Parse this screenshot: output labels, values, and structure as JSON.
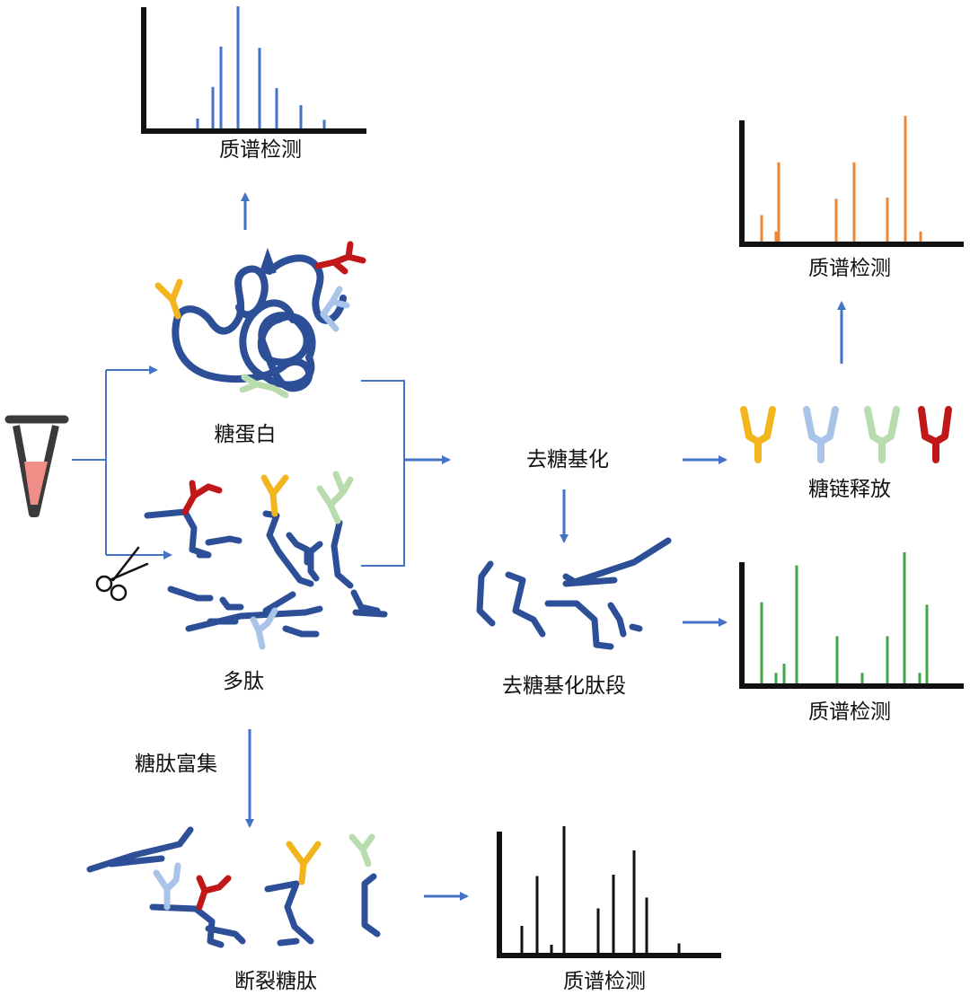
{
  "labels": {
    "ms_top": "质谱检测",
    "glycoprotein": "糖蛋白",
    "polypeptide": "多肽",
    "deglyco": "去糖基化",
    "glycan_release": "糖链释放",
    "deglyco_peptide": "去糖基化肽段",
    "ms_right_top": "质谱检测",
    "ms_right_mid": "质谱检测",
    "enrich": "糖肽富集",
    "frag": "断裂糖肽",
    "ms_bottom": "质谱检测"
  },
  "colors": {
    "flow": "#4472c4",
    "chain": "#2c4f98",
    "glycan_yellow": "#f2b51e",
    "glycan_lightblue": "#a9c4e8",
    "glycan_green": "#b9dcae",
    "glycan_red": "#c01818",
    "spec_blue": "#4472c4",
    "spec_orange": "#ee8536",
    "spec_green": "#3fa64a",
    "spec_black": "#111111",
    "tube_liquid": "#f08f88"
  },
  "chart_data": [
    {
      "type": "bar",
      "series": [
        {
          "values": [
            0.08,
            0.34,
            0.67,
            1.0,
            0.66,
            0.33,
            0.19,
            0.07
          ]
        }
      ]
    },
    {
      "type": "bar",
      "series": [
        {
          "values": [
            0.21,
            0.08,
            0.63,
            0.34,
            0.63,
            0.35,
            1.0,
            0.08
          ]
        }
      ]
    },
    {
      "type": "bar",
      "series": [
        {
          "values": [
            0.62,
            0.08,
            0.15,
            0.9,
            0.36,
            0.08,
            0.36,
            1.0,
            0.08,
            0.6
          ]
        }
      ]
    },
    {
      "type": "bar",
      "series": [
        {
          "values": [
            0.2,
            0.57,
            0.06,
            0.94,
            0.33,
            0.58,
            0.76,
            0.41,
            0.07
          ]
        }
      ]
    }
  ]
}
